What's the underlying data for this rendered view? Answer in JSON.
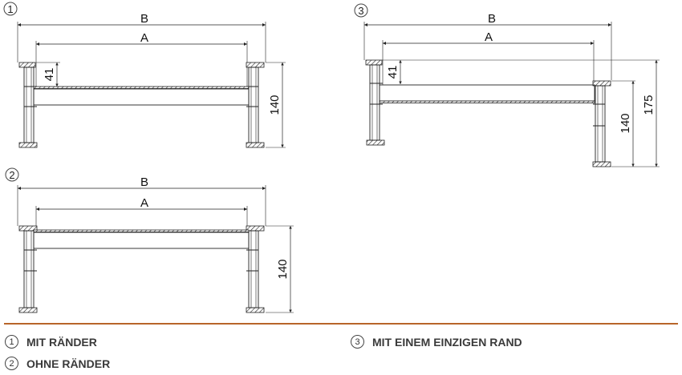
{
  "diagrams": [
    {
      "id": "1",
      "number_label": "1",
      "dim_outer": "B",
      "dim_inner": "A",
      "dim_offset": "41",
      "dim_height": "140"
    },
    {
      "id": "2",
      "number_label": "2",
      "dim_outer": "B",
      "dim_inner": "A",
      "dim_height": "140"
    },
    {
      "id": "3",
      "number_label": "3",
      "dim_outer": "B",
      "dim_inner": "A",
      "dim_offset": "41",
      "dim_height": "140",
      "dim_total_height": "175"
    }
  ],
  "legend": [
    {
      "number": "1",
      "label": "MIT RÄNDER"
    },
    {
      "number": "2",
      "label": "OHNE RÄNDER"
    },
    {
      "number": "3",
      "label": "MIT EINEM EINZIGEN RAND"
    }
  ],
  "colors": {
    "separator": "#b8652a",
    "line": "#222222",
    "legend_text": "#3a3a3a"
  }
}
